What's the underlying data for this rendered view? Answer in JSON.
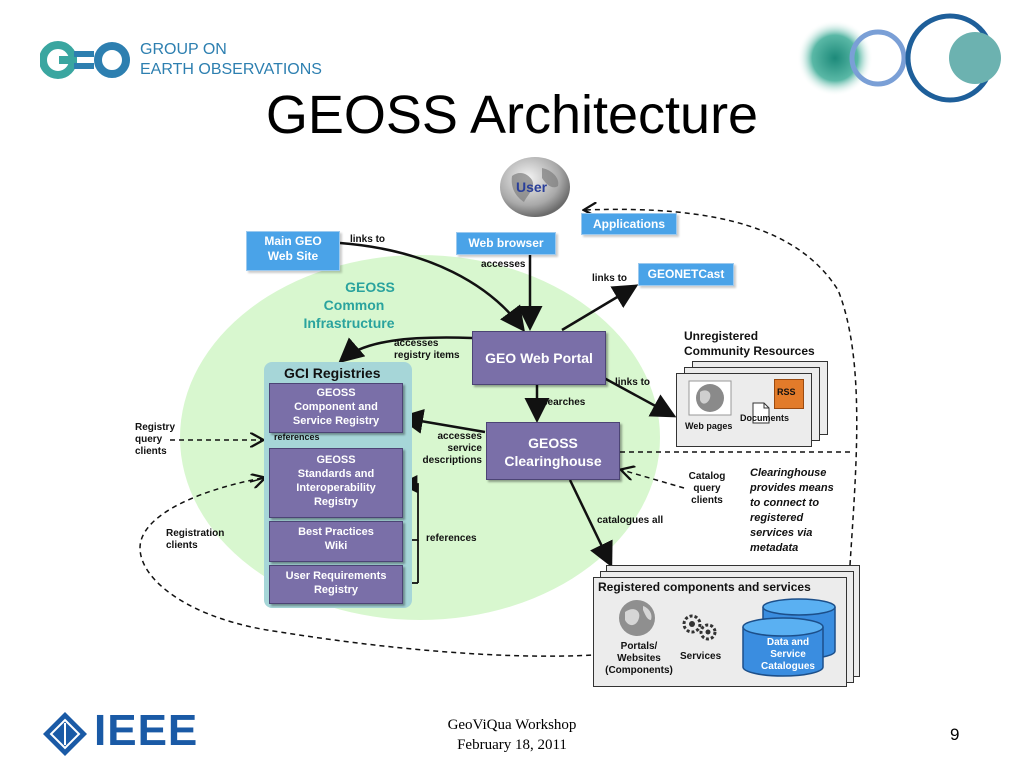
{
  "header": {
    "org_line1": "GROUP ON",
    "org_line2": "EARTH OBSERVATIONS",
    "title": "GEOSS Architecture"
  },
  "diagram": {
    "user": "User",
    "applications": "Applications",
    "main_geo_line1": "Main GEO",
    "main_geo_line2": "Web Site",
    "web_browser": "Web browser",
    "geonetcast": "GEONETCast",
    "links_to_1": "links to",
    "links_to_2": "links to",
    "links_to_3": "links to",
    "accesses": "accesses",
    "geoss_common_l1": "GEOSS",
    "geoss_common_l2": "Common",
    "geoss_common_l3": "Infrastructure",
    "geo_web_portal": "GEO Web Portal",
    "accesses_registry_l1": "accesses",
    "accesses_registry_l2": "registry items",
    "gci_registries": "GCI Registries",
    "comp_registry_l1": "GEOSS",
    "comp_registry_l2": "Component and",
    "comp_registry_l3": "Service Registry",
    "references_1": "references",
    "std_registry_l1": "GEOSS",
    "std_registry_l2": "Standards and",
    "std_registry_l3": "Interoperability",
    "std_registry_l4": "Registry",
    "best_practices_l1": "Best Practices",
    "best_practices_l2": "Wiki",
    "user_req_l1": "User Requirements",
    "user_req_l2": "Registry",
    "references_2": "references",
    "registry_clients_l1": "Registry",
    "registry_clients_l2": "query",
    "registry_clients_l3": "clients",
    "registration_clients_l1": "Registration",
    "registration_clients_l2": "clients",
    "searches": "searches",
    "accesses_service_l1": "accesses",
    "accesses_service_l2": "service",
    "accesses_service_l3": "descriptions",
    "clearinghouse_l1": "GEOSS",
    "clearinghouse_l2": "Clearinghouse",
    "unregistered_l1": "Unregistered",
    "unregistered_l2": "Community Resources",
    "rss": "RSS",
    "documents": "Documents",
    "web_pages": "Web pages",
    "catalog_query_l1": "Catalog",
    "catalog_query_l2": "query",
    "catalog_query_l3": "clients",
    "clearing_note_l1": "Clearinghouse",
    "clearing_note_l2": "provides means",
    "clearing_note_l3": "to connect to",
    "clearing_note_l4": "registered",
    "clearing_note_l5": "services via",
    "clearing_note_l6": "metadata",
    "catalogues_all": "catalogues all",
    "registered_title": "Registered components and services",
    "portals_l1": "Portals/",
    "portals_l2": "Websites",
    "portals_l3": "(Components)",
    "services": "Services",
    "data_cat_l1": "Data and",
    "data_cat_l2": "Service",
    "data_cat_l3": "Catalogues"
  },
  "footer": {
    "workshop": "GeoViQua Workshop",
    "date": "February 18, 2011",
    "page_number": "9",
    "ieee": "IEEE"
  },
  "colors": {
    "geo_blue": "#2d7fb0",
    "geo_teal": "#3aa6a0",
    "box_blue": "#4aa3e8",
    "box_purple": "#7a6fa8",
    "green_bg": "#d8f7cf",
    "gci_bg": "#a6d6d8",
    "ieee_blue": "#1a5aa6"
  }
}
